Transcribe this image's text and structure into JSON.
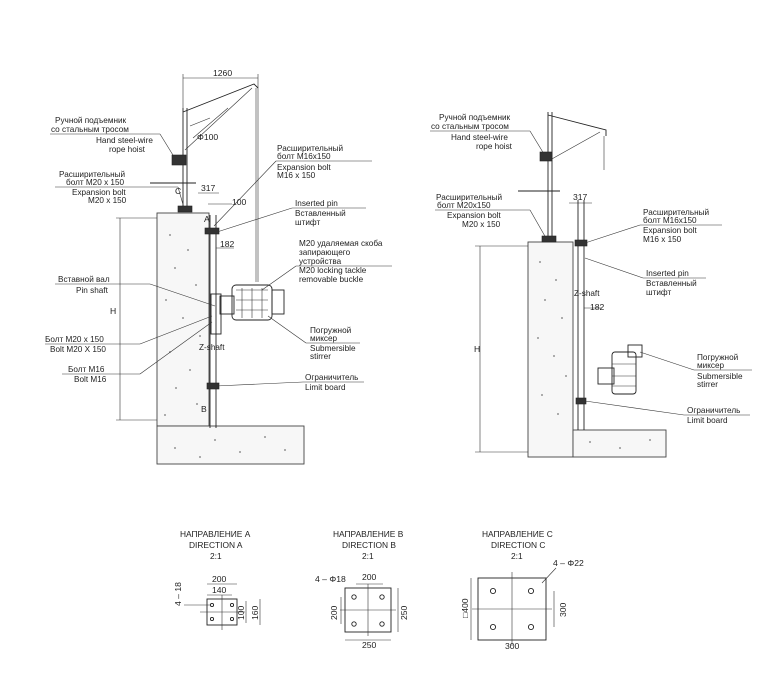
{
  "left_view": {
    "labels": {
      "hoist_ru": "Ручной подъемник",
      "hoist_ru2": "со стальным тросом",
      "hoist_en": "Hand steel-wire",
      "hoist_en2": "rope hoist",
      "exp_ru": "Расширительный",
      "exp_ru2": "болт M20 x 150",
      "exp_en": "Expansion bolt",
      "exp_en2": "M20 x 150",
      "exp16_ru": "Расширительный",
      "exp16_ru2": "болт M16x150",
      "exp16_en": "Expansion bolt",
      "exp16_en2": "M16 x 150",
      "ins_en": "Inserted pin",
      "ins_ru": "Вставленный",
      "ins_ru2": "штифт",
      "m20_ru": "M20 удаляемая скоба",
      "m20_ru2": "запирающего",
      "m20_ru3": "устройства",
      "m20_en": "M20 locking tackle",
      "m20_en2": "removable buckle",
      "pin_ru": "Вставной вал",
      "pin_en": "Pin shaft",
      "b20_ru": "Болт M20 x 150",
      "b20_en": "Bolt M20 X 150",
      "b16_ru": "Болт M16",
      "b16_en": "Bolt M16",
      "mix_ru": "Погружной",
      "mix_ru2": "миксер",
      "mix_en": "Submersible",
      "mix_en2": "stirrer",
      "lim_ru": "Ограничитель",
      "lim_en": "Limit board",
      "zshaft": "Z-shaft"
    },
    "dims": {
      "d1260": "1260",
      "phi100": "Φ100",
      "d317": "317",
      "d100": "100",
      "d182": "182",
      "h": "H",
      "c": "C",
      "a": "A",
      "b": "B"
    }
  },
  "right_view": {
    "labels": {
      "hoist_ru": "Ручной подъемник",
      "hoist_ru2": "со стальным тросом",
      "hoist_en": "Hand steel-wire",
      "hoist_en2": "rope hoist",
      "exp_ru": "Расширительный",
      "exp_ru2": "болт M20x150",
      "exp_en": "Expansion bolt",
      "exp_en2": "M20 x 150",
      "exp16_ru": "Расширительный",
      "exp16_ru2": "болт M16x150",
      "exp16_en": "Expansion bolt",
      "exp16_en2": "M16 x 150",
      "ins_en": "Inserted pin",
      "ins_ru": "Вставленный",
      "ins_ru2": "штифт",
      "mix_ru": "Погружной",
      "mix_ru2": "миксер",
      "mix_en": "Submersible",
      "mix_en2": "stirrer",
      "lim_ru": "Ограничитель",
      "lim_en": "Limit board",
      "zshaft": "Z-shaft"
    },
    "dims": {
      "d317": "317",
      "d182": "182",
      "h": "H"
    }
  },
  "directions": {
    "a": {
      "title_ru": "НАПРАВЛЕНИЕ A",
      "title_en": "DIRECTION A",
      "scale": "2:1",
      "d200": "200",
      "d140": "140",
      "d100": "100",
      "d160": "160",
      "holes": "4 – 18"
    },
    "b": {
      "title_ru": "НАПРАВЛЕНИЕ B",
      "title_en": "DIRECTION B",
      "scale": "2:1",
      "holes": "4 – Φ18",
      "d200": "200",
      "d200v": "200",
      "d250v": "250",
      "d250": "250"
    },
    "c": {
      "title_ru": "НАПРАВЛЕНИЕ C",
      "title_en": "DIRECTION C",
      "scale": "2:1",
      "holes": "4 – Φ22",
      "sq400": "□400",
      "d300v": "300",
      "d300": "300"
    }
  }
}
